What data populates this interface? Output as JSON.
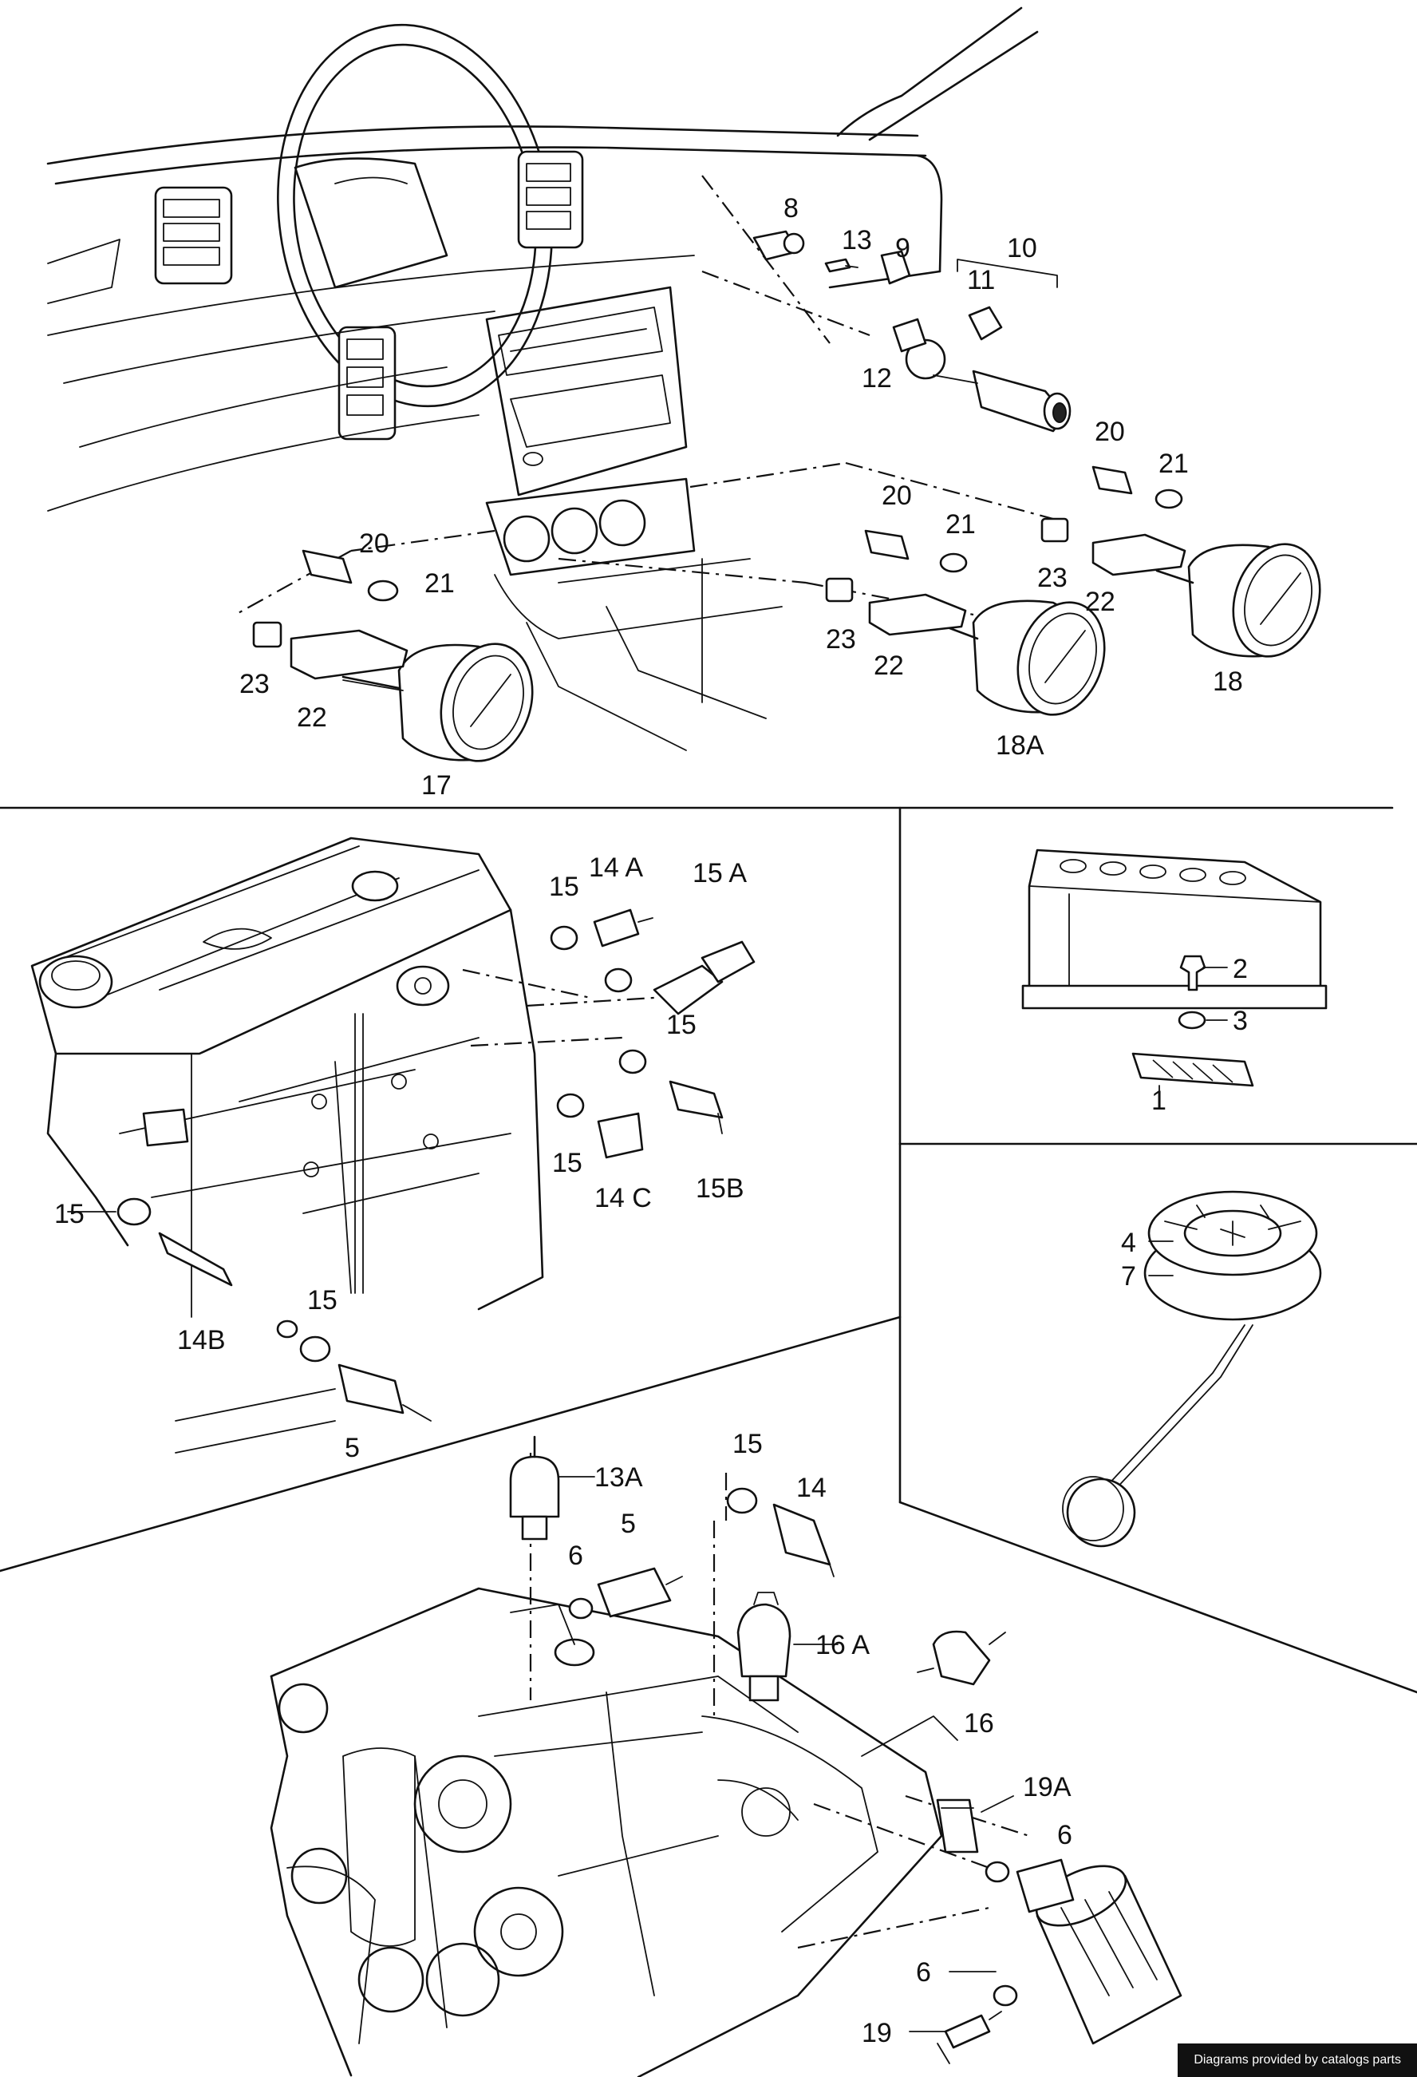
{
  "credit": "Diagrams provided by catalogs parts",
  "callouts": {
    "c1": "1",
    "c2": "2",
    "c3": "3",
    "c4": "4",
    "c5a": "5",
    "c5b": "5",
    "c6a": "6",
    "c6b": "6",
    "c6c": "6",
    "c7": "7",
    "c8": "8",
    "c9": "9",
    "c10": "10",
    "c11": "11",
    "c12": "12",
    "c13": "13",
    "c13A": "13A",
    "c14": "14",
    "c14A": "14 A",
    "c14B": "14B",
    "c14C": "14 C",
    "c15a": "15",
    "c15b": "15",
    "c15c": "15",
    "c15d": "15",
    "c15e": "15",
    "c15f": "15",
    "c15A": "15 A",
    "c15B": "15B",
    "c16": "16",
    "c16A": "16 A",
    "c17": "17",
    "c18": "18",
    "c18A": "18A",
    "c19": "19",
    "c19A": "19A",
    "c20a": "20",
    "c20b": "20",
    "c20c": "20",
    "c21a": "21",
    "c21b": "21",
    "c21c": "21",
    "c22a": "22",
    "c22b": "22",
    "c22c": "22",
    "c23a": "23",
    "c23b": "23",
    "c23c": "23"
  }
}
